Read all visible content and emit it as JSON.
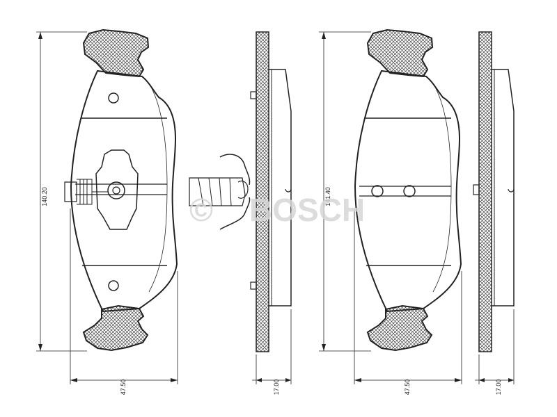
{
  "dimensions": {
    "left_pad_height": "140.20",
    "left_pad_width": "47.50",
    "left_pad_thickness": "17.00",
    "right_pad_height": "141.40",
    "right_pad_width": "47.50",
    "right_pad_thickness": "17.00"
  },
  "watermark": {
    "symbol": "©",
    "brand": "BOSCH"
  },
  "colors": {
    "ink": "#222222",
    "watermark": "#d6d6d6"
  }
}
